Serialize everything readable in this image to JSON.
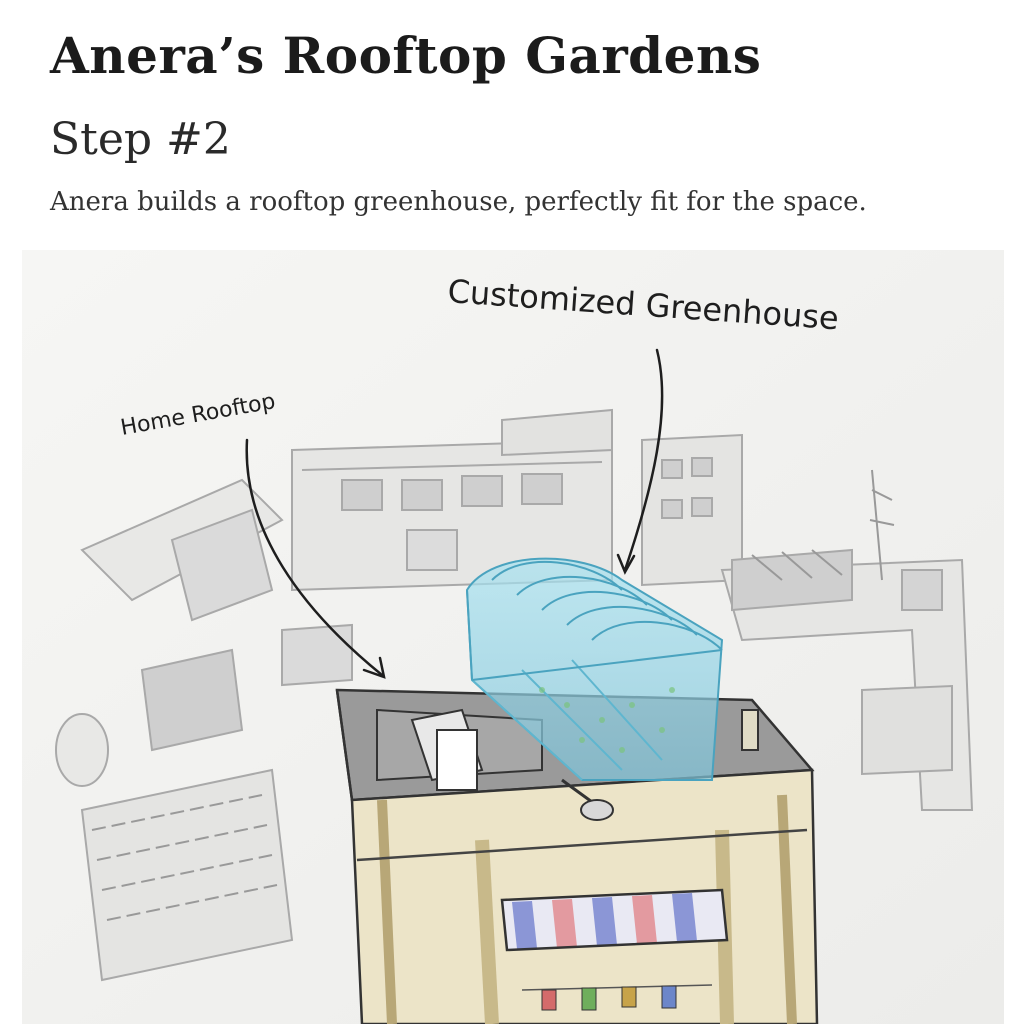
{
  "header": {
    "title": "Anera’s Rooftop Gardens",
    "step": "Step #2",
    "description": "Anera builds a rooftop greenhouse, perfectly fit for the space."
  },
  "illustration": {
    "callouts": {
      "greenhouse": "Customized Greenhouse",
      "rooftop": "Home Rooftop"
    }
  },
  "colors": {
    "paper": "#f4f4f2",
    "ink": "#1e1e1e",
    "sketch_gray": "#b9b9b9",
    "wall_tan": "#d9cfa8",
    "greenhouse_blue": "#8fd3e6",
    "roof_gray": "#8c8c8c"
  }
}
